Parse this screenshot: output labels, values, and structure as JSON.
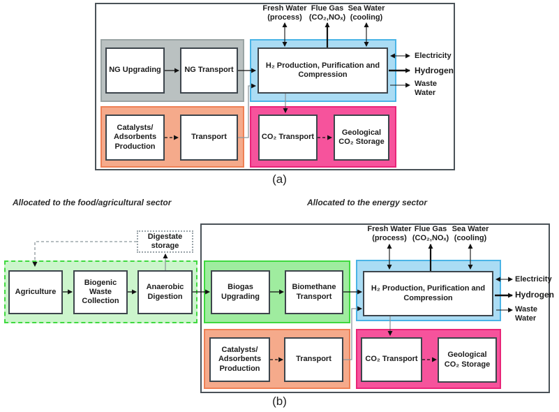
{
  "diagram_a": {
    "caption": "(a)",
    "top_streams": [
      {
        "name": "Fresh Water",
        "detail": "(process)"
      },
      {
        "name": "Flue Gas",
        "detail": "(CO₂,NOₓ)"
      },
      {
        "name": "Sea Water",
        "detail": "(cooling)"
      }
    ],
    "nodes": {
      "ng_upgrading": "NG Upgrading",
      "ng_transport": "NG Transport",
      "h2_production": "H₂ Production, Purification and Compression",
      "catalysts": "Catalysts/ Adsorbents Production",
      "transport": "Transport",
      "co2_transport": "CO₂ Transport",
      "geological_storage": "Geological CO₂ Storage"
    },
    "outputs": {
      "electricity": "Electricity",
      "hydrogen": "Hydrogen",
      "waste_water": "Waste Water"
    }
  },
  "diagram_b": {
    "caption": "(b)",
    "sector_captions": {
      "left": "Allocated to the food/agricultural sector",
      "right": "Allocated to the energy sector"
    },
    "top_streams": [
      {
        "name": "Fresh Water",
        "detail": "(process)"
      },
      {
        "name": "Flue Gas",
        "detail": "(CO₂,NOₓ)"
      },
      {
        "name": "Sea Water",
        "detail": "(cooling)"
      }
    ],
    "nodes": {
      "digestate_storage": "Digestate storage",
      "agriculture": "Agriculture",
      "biogenic_waste": "Biogenic Waste Collection",
      "anaerobic_digestion": "Anaerobic Digestion",
      "biogas_upgrading": "Biogas Upgrading",
      "biomethane_transport": "Biomethane Transport",
      "h2_production": "H₂ Production, Purification and Compression",
      "catalysts": "Catalysts/ Adsorbents Production",
      "transport": "Transport",
      "co2_transport": "CO₂ Transport",
      "geological_storage": "Geological CO₂ Storage"
    },
    "outputs": {
      "electricity": "Electricity",
      "hydrogen": "Hydrogen",
      "waste_water": "Waste Water"
    }
  },
  "colors": {
    "ng_group_fill": "#bac1c1",
    "h2_group_fill": "#aadcf4",
    "catalyst_group_fill": "#f5aa8b",
    "ccs_group_fill": "#f6539c",
    "biogas_group_fill": "#9fec9f",
    "agriculture_group_fill": "#ccf5cc",
    "green_border": "#3fd93f"
  }
}
